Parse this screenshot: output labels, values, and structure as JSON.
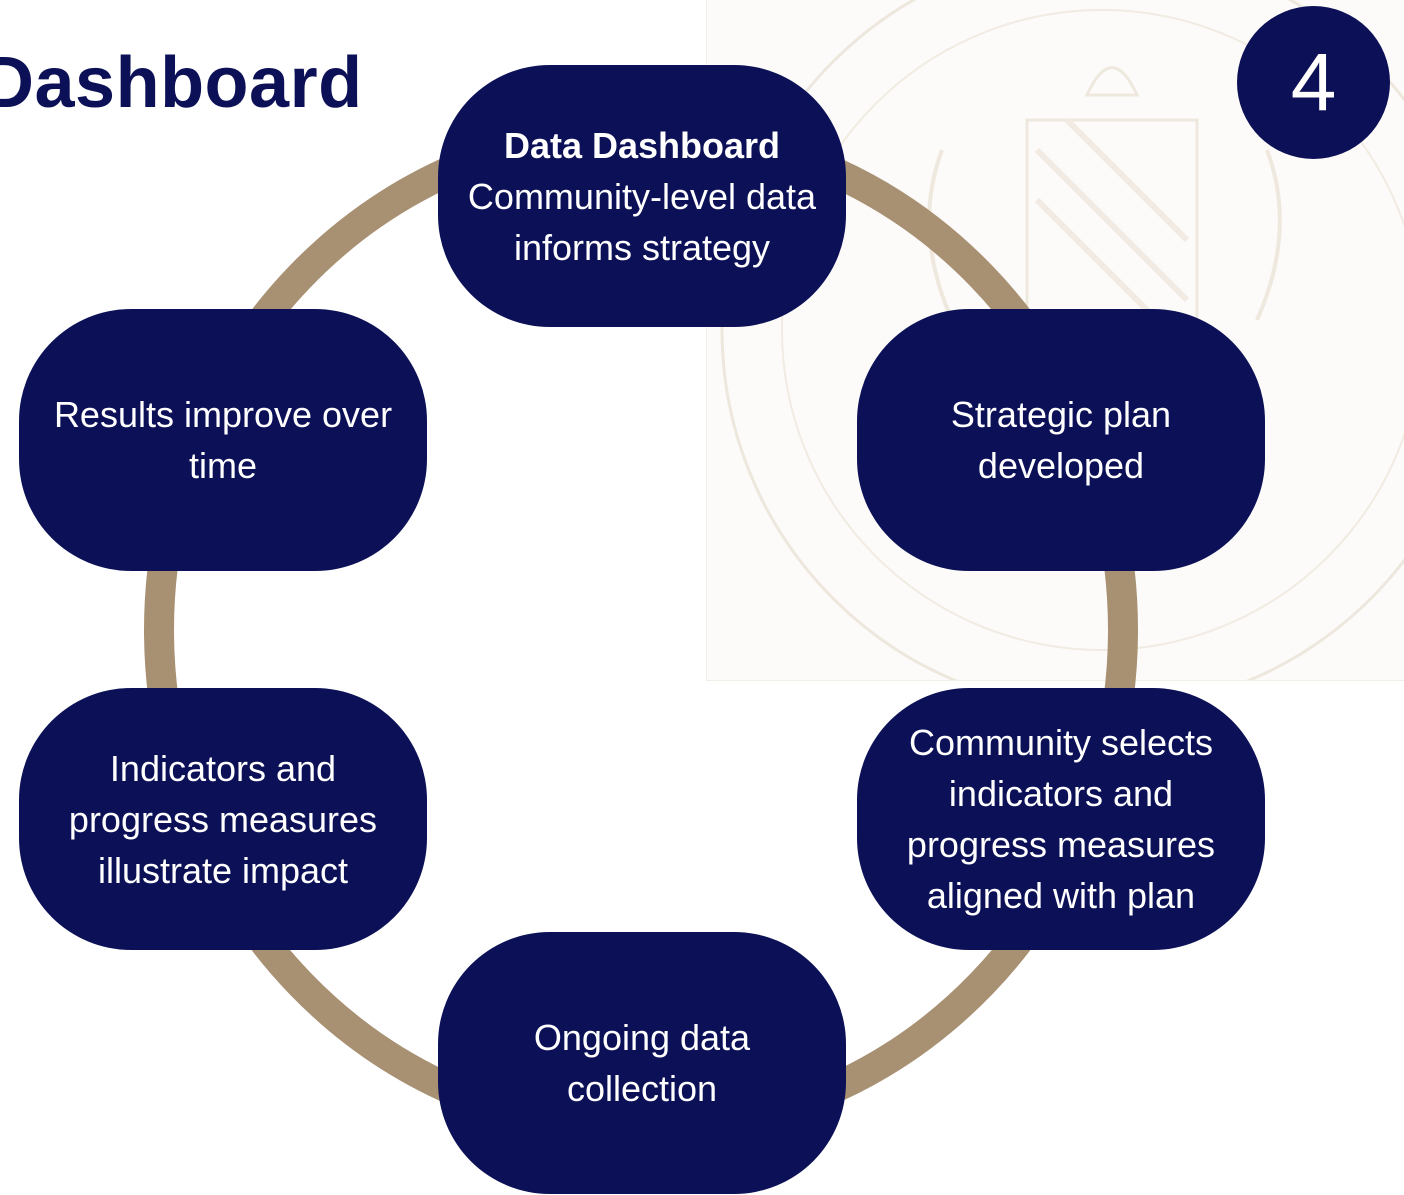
{
  "title": "Dashboard",
  "step_badge": "4",
  "colors": {
    "node_fill": "#0c1157",
    "ring": "#a89072",
    "title": "#0c1157",
    "node_text": "#ffffff"
  },
  "cycle": {
    "nodes": [
      {
        "heading": "Data Dashboard",
        "text": "Community-level data informs strategy"
      },
      {
        "heading": "",
        "text": "Strategic plan developed"
      },
      {
        "heading": "",
        "text": "Community selects indicators and progress measures aligned with plan"
      },
      {
        "heading": "",
        "text": "Ongoing data collection"
      },
      {
        "heading": "",
        "text": "Indicators and progress measures illustrate impact"
      },
      {
        "heading": "",
        "text": "Results improve over time"
      }
    ]
  }
}
